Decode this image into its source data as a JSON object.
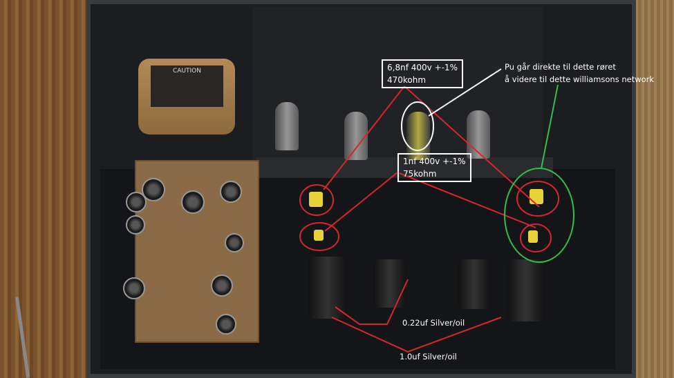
{
  "annotations": {
    "label_top": {
      "line1": "6,8nf 400v +-1%",
      "line2": "470kohm"
    },
    "label_mid": {
      "line1": "1nf 400v +-1%",
      "line2": "75kohm"
    },
    "note": {
      "line1": "Pu går direkte til dette røret",
      "line2": "å videre til dette williamsons network"
    },
    "cap_022": "0.22uf  Silver/oil",
    "cap_10": "1.0uf  Silver/oil"
  },
  "transformer_plate": "CAUTION",
  "colors": {
    "annotation_red": "#d8262e",
    "annotation_green": "#2fbf4a",
    "annotation_white": "#ffffff"
  }
}
